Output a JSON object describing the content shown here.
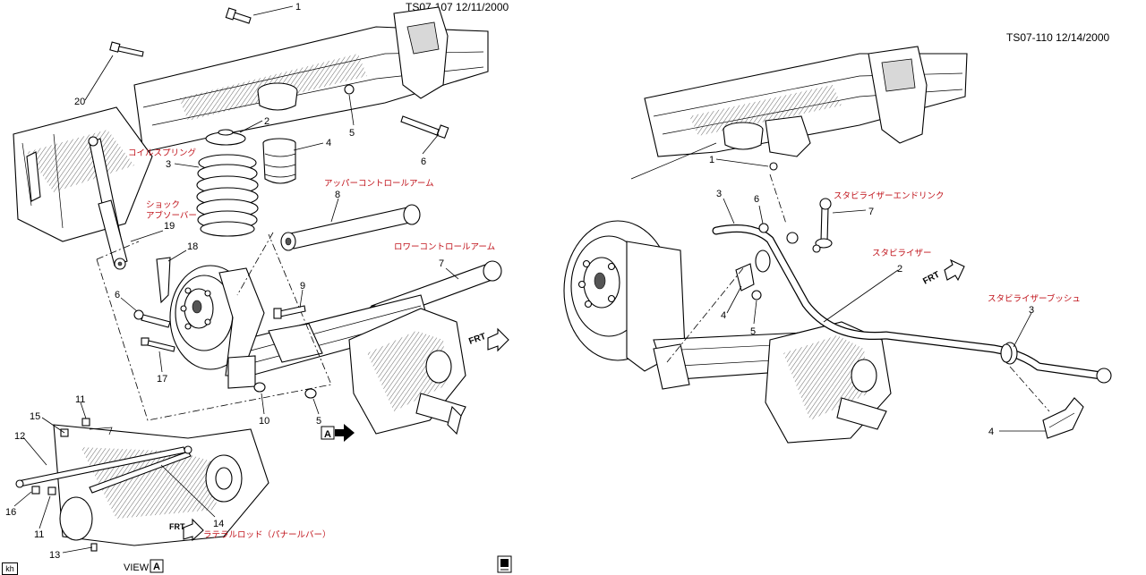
{
  "left_diagram": {
    "header": "TS07-107  12/11/2000",
    "callouts": [
      "1",
      "2",
      "3",
      "4",
      "5",
      "6",
      "8",
      "7",
      "9",
      "6",
      "17",
      "10",
      "5",
      "18",
      "19",
      "20",
      "11",
      "15",
      "12",
      "16",
      "11",
      "13",
      "14"
    ],
    "labels": {
      "coil_spring": "コイルスプリング",
      "shock_absorber_1": "ショック",
      "shock_absorber_2": "アブソーバー",
      "upper_control_arm": "アッパーコントロールアーム",
      "lower_control_arm": "ロワーコントロールアーム",
      "lateral_rod": "ラテラルロッド（パナールバー）"
    },
    "view_label": "VIEW",
    "view_letter": "A",
    "arrow_letter": "A",
    "frt_label": "FRT",
    "corner_tag": "kh"
  },
  "right_diagram": {
    "header": "TS07-110  12/14/2000",
    "callouts": [
      "1",
      "3",
      "6",
      "7",
      "2",
      "4",
      "5",
      "3",
      "4"
    ],
    "labels": {
      "stabilizer_end_link": "スタビライザーエンドリンク",
      "stabilizer": "スタビライザー",
      "stabilizer_bush": "スタビライザーブッシュ"
    },
    "frt_label": "FRT"
  },
  "colors": {
    "label_red": "#c0121a",
    "line": "#000000"
  }
}
